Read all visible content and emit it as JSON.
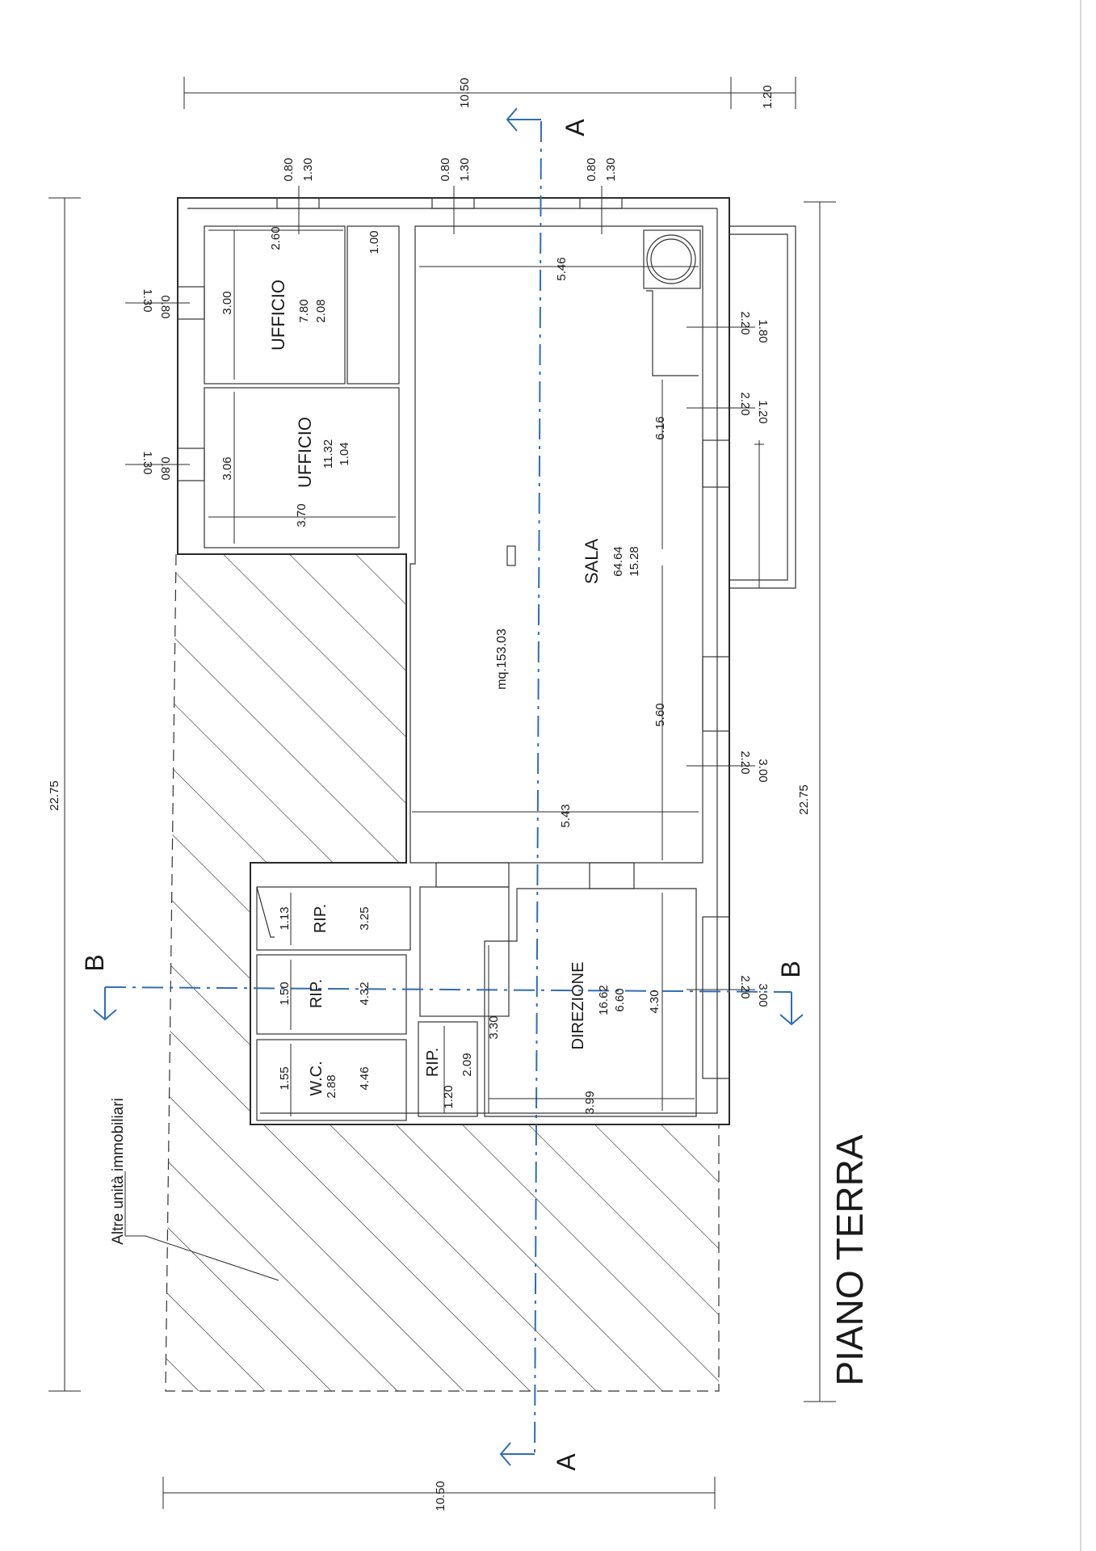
{
  "drawing": {
    "title": "PIANO TERRA",
    "note": "Altre unità immobiliari",
    "total_area": "mq.153.03",
    "section_marks": {
      "a": "A",
      "b": "B"
    },
    "colors": {
      "line": "#2a2a2a",
      "axis": "#2f6db5"
    }
  },
  "rooms": {
    "ufficio_1": {
      "name": "UFFICIO",
      "area": "7.80",
      "value2": "2.08",
      "dim_w": "2.60",
      "dim_h": "3.00"
    },
    "ufficio_2": {
      "name": "UFFICIO",
      "area": "11.32",
      "value2": "1.04",
      "dim_w": "3.70",
      "dim_h": "3.06"
    },
    "sala": {
      "name": "SALA",
      "area": "64.64",
      "value2": "15.28",
      "dim_w_top": "5.46",
      "dim_w_bottom": "5.43",
      "dim_h_top": "6.16",
      "dim_h_bottom": "5.60",
      "dim_small": "1.00"
    },
    "direzione": {
      "name": "DIREZIONE",
      "area": "16.62",
      "value2": "6.60",
      "dim_h": "4.30",
      "dim_w": "3.99",
      "dim_h2": "3.30"
    },
    "rip_1": {
      "name": "RIP.",
      "dim_h": "1.13",
      "value": "3.25"
    },
    "rip_2": {
      "name": "RIP.",
      "dim_h": "1.50",
      "value": "4.32"
    },
    "rip_3": {
      "name": "RIP.",
      "dim_h": "1.20",
      "value": "2.09"
    },
    "wc": {
      "name": "W.C.",
      "dim_h": "1.55",
      "area": "2.88",
      "value": "4.46"
    }
  },
  "dimensions": {
    "overall_width_top": "10.50",
    "overall_width_bottom": "10.50",
    "overall_length_left": "22.75",
    "overall_length_right": "22.75",
    "balcony_depth": "1.20"
  },
  "openings": [
    {
      "id": "w-top-1",
      "a": "0.80",
      "b": "1.30"
    },
    {
      "id": "w-top-2",
      "a": "0.80",
      "b": "1.30"
    },
    {
      "id": "w-top-3",
      "a": "0.80",
      "b": "1.30"
    },
    {
      "id": "w-left-1",
      "a": "1.30",
      "b": "0.80"
    },
    {
      "id": "w-left-2",
      "a": "1.30",
      "b": "0.80"
    },
    {
      "id": "w-right-1",
      "a": "2.20",
      "b": "1.80"
    },
    {
      "id": "w-right-2",
      "a": "2.20",
      "b": "1.20"
    },
    {
      "id": "w-right-3",
      "a": "2.20",
      "b": "3.00"
    },
    {
      "id": "w-right-4",
      "a": "2.20",
      "b": "3.00"
    }
  ]
}
